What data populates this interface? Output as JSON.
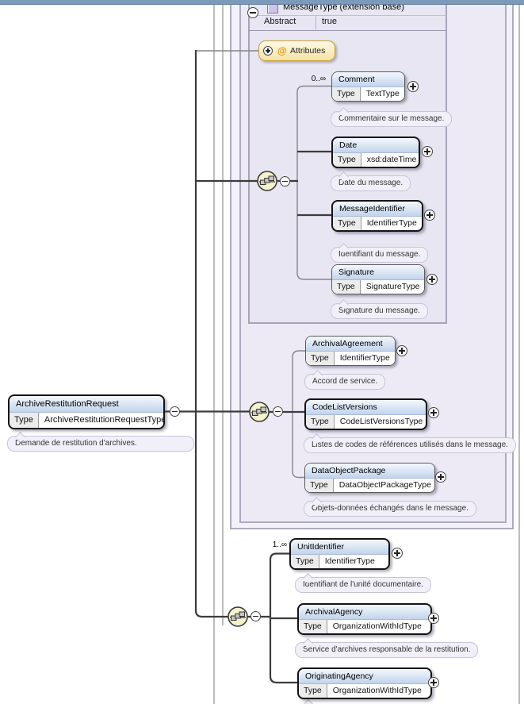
{
  "diagram": {
    "base_type": {
      "title": "MessageType (extension base)",
      "abstract_label": "Abstract",
      "abstract_value": "true"
    },
    "attributes_box": {
      "at_symbol": "@",
      "label": "Attributes"
    },
    "labels": {
      "type": "Type"
    },
    "root": {
      "name": "ArchiveRestitutionRequest",
      "type": "ArchiveRestitutionRequestType",
      "annotation": "Demande de restitution d'archives.",
      "required": true
    },
    "elements": {
      "comment": {
        "name": "Comment",
        "type": "TextType",
        "cardinality": "0..∞",
        "required": false,
        "annotation": "Commentaire sur le message."
      },
      "date": {
        "name": "Date",
        "type": "xsd:dateTime",
        "required": true,
        "annotation": "Date du message."
      },
      "message_identifier": {
        "name": "MessageIdentifier",
        "type": "IdentifierType",
        "required": true,
        "annotation": "Identifiant du message."
      },
      "signature": {
        "name": "Signature",
        "type": "SignatureType",
        "required": false,
        "annotation": "Signature du message."
      },
      "archival_agreement": {
        "name": "ArchivalAgreement",
        "type": "IdentifierType",
        "required": false,
        "annotation": "Accord de service."
      },
      "code_list_versions": {
        "name": "CodeListVersions",
        "type": "CodeListVersionsType",
        "required": true,
        "annotation": "Listes de codes de références utilisés dans le message."
      },
      "data_object_package": {
        "name": "DataObjectPackage",
        "type": "DataObjectPackageType",
        "required": false,
        "annotation": "Objets-données échangés dans le message."
      },
      "unit_identifier": {
        "name": "UnitIdentifier",
        "type": "IdentifierType",
        "cardinality": "1..∞",
        "required": true,
        "annotation": "Identifiant de l'unité documentaire."
      },
      "archival_agency": {
        "name": "ArchivalAgency",
        "type": "OrganizationWithIdType",
        "required": true,
        "annotation": "Service d'archives responsable de la restitution."
      },
      "originating_agency": {
        "name": "OriginatingAgency",
        "type": "OrganizationWithIdType",
        "required": true
      }
    },
    "colors": {
      "top_bar": "#7e9aba",
      "box_header_top": "#f4f8fd",
      "box_header_bottom": "#c2d3eb",
      "required_border": "#141414",
      "attributes_fill": "#f5e3a4",
      "attributes_border": "#c89f3e",
      "frame_fill": "#e8e6f2",
      "annotation_fill": "#f1eff8",
      "sequence_icon_fill": "#f6f2cc"
    }
  }
}
